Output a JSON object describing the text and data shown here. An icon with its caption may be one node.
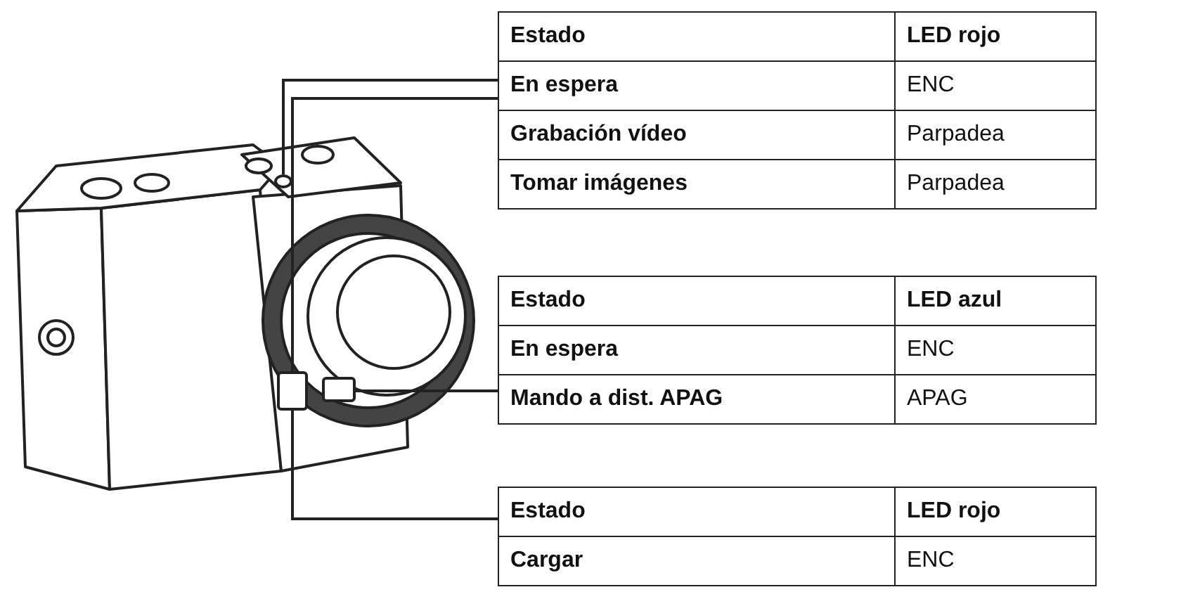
{
  "diagram": {
    "nodes": [
      {
        "text": [
          "Estado",
          "LED rojo",
          "En espera",
          "ENC",
          "Grabación vídeo",
          "Parpadea",
          "Tomar imágenes",
          "Parpadea"
        ]
      },
      {
        "text": [
          "Estado",
          "LED azul",
          "En espera",
          "ENC",
          "Mando a dist. APAG",
          "APAG"
        ]
      },
      {
        "text": [
          "Estado",
          "LED rojo",
          "Cargar",
          "ENC"
        ]
      },
      {
        "text": [],
        "shape": "circle"
      },
      {
        "text": [],
        "shape": "box"
      },
      {
        "text": [],
        "shape": "box"
      }
    ],
    "edges": [
      {
        "from": 3,
        "to": 0,
        "arrow": "none"
      },
      {
        "from": 4,
        "to": 0,
        "arrow": "none"
      },
      {
        "from": 5,
        "to": 1,
        "arrow": "none"
      },
      {
        "from": 4,
        "to": 2,
        "arrow": "none"
      }
    ]
  }
}
